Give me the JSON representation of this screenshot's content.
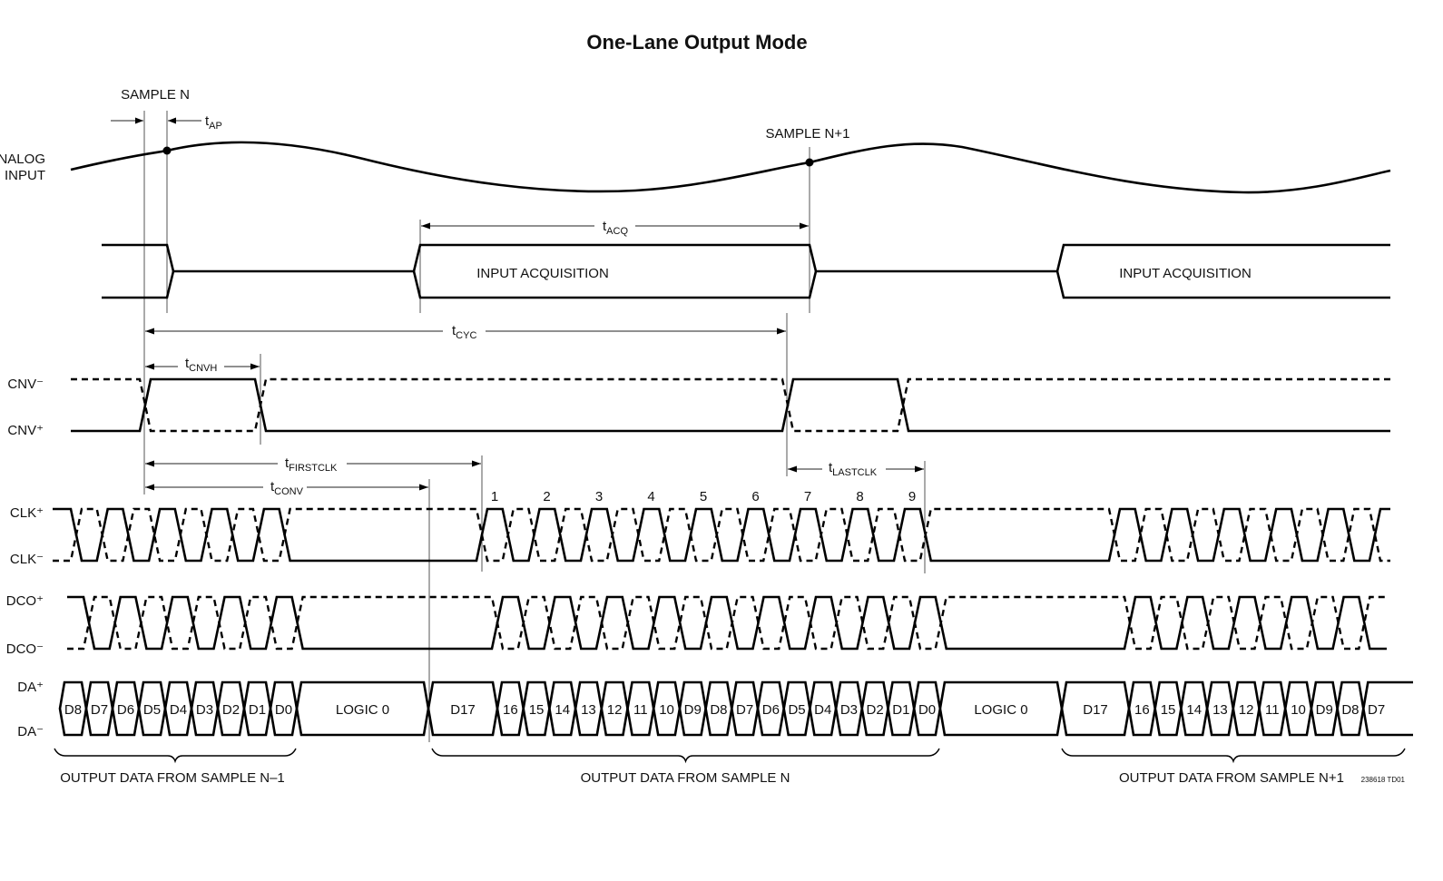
{
  "title": "One-Lane Output Mode",
  "figure_id": "238618 TD01",
  "signals": {
    "analog_input": "ANALOG INPUT",
    "cnv_minus": "CNV⁻",
    "cnv_plus": "CNV⁺",
    "clk_plus": "CLK⁺",
    "clk_minus": "CLK⁻",
    "dco_plus": "DCO⁺",
    "dco_minus": "DCO⁻",
    "da_plus": "DA⁺",
    "da_minus": "DA⁻"
  },
  "markers": {
    "sample_n": "SAMPLE N",
    "sample_n1": "SAMPLE N+1"
  },
  "acquisition": {
    "label": "INPUT ACQUISITION"
  },
  "timing": {
    "t_ap": {
      "main": "t",
      "sub": "AP"
    },
    "t_acq": {
      "main": "t",
      "sub": "ACQ"
    },
    "t_cyc": {
      "main": "t",
      "sub": "CYC"
    },
    "t_cnvh": {
      "main": "t",
      "sub": "CNVH"
    },
    "t_firstclk": {
      "main": "t",
      "sub": "FIRSTCLK"
    },
    "t_conv": {
      "main": "t",
      "sub": "CONV"
    },
    "t_lastclk": {
      "main": "t",
      "sub": "LASTCLK"
    }
  },
  "clock_numbers": [
    "1",
    "2",
    "3",
    "4",
    "5",
    "6",
    "7",
    "8",
    "9"
  ],
  "data_lane": {
    "prev_sample_cells": [
      "D8",
      "D7",
      "D6",
      "D5",
      "D4",
      "D3",
      "D2",
      "D1",
      "D0"
    ],
    "logic0": "LOGIC 0",
    "sample_n_cells": [
      "D17",
      "16",
      "15",
      "14",
      "13",
      "12",
      "11",
      "10",
      "D9",
      "D8",
      "D7",
      "D6",
      "D5",
      "D4",
      "D3",
      "D2",
      "D1",
      "D0"
    ],
    "sample_n1_cells": [
      "D17",
      "16",
      "15",
      "14",
      "13",
      "12",
      "11",
      "10",
      "D9",
      "D8",
      "D7"
    ]
  },
  "braces": {
    "prev": "OUTPUT DATA FROM SAMPLE N–1",
    "current": "OUTPUT DATA FROM SAMPLE N",
    "next": "OUTPUT DATA FROM SAMPLE N+1"
  }
}
